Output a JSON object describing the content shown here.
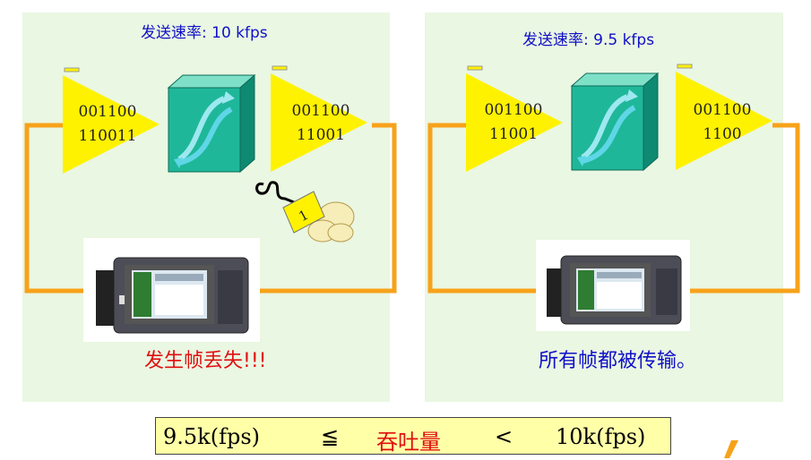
{
  "left": {
    "rate_label": "发送速率: 10 kfps",
    "tri1_bits": [
      "001100",
      "110011"
    ],
    "tri2_bits": [
      "001100",
      "11001"
    ],
    "dropped_frame": "1",
    "caption": "发生帧丢失!!!"
  },
  "right": {
    "rate_label": "发送速率: 9.5 kfps",
    "tri1_bits": [
      "001100",
      "11001"
    ],
    "tri2_bits": [
      "001100",
      "1100"
    ],
    "caption": "所有帧都被传输。"
  },
  "formula": {
    "low": "9.5k(fps)",
    "le": "≦",
    "label": "吞吐量",
    "lt": "<",
    "high": "10k(fps)"
  },
  "colors": {
    "panel_bg": "#eaf7e2",
    "loop": "#f7a21a",
    "triangle": "#fff200",
    "cube": "#1fb79a",
    "rate_text": "#1010c8",
    "loss_text": "#e01010",
    "ok_text": "#1010c8",
    "formula_bg": "#ffffa8"
  }
}
